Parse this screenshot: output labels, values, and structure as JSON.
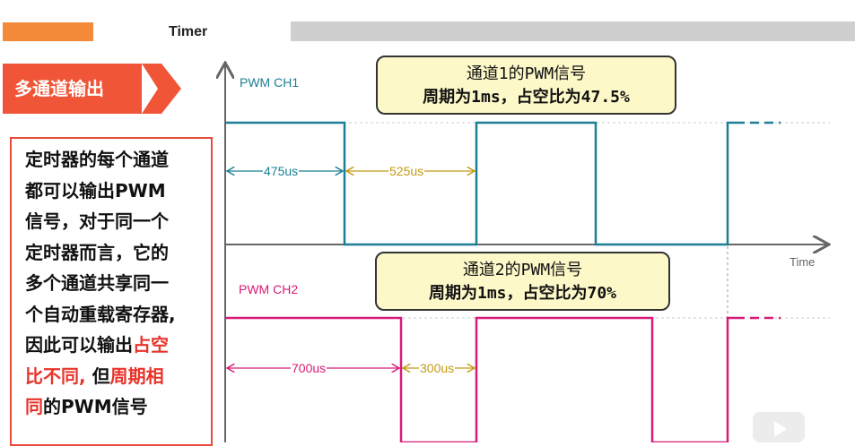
{
  "header": {
    "title": "Timer",
    "accent_color": "#f28a3a",
    "bar_color": "#cfcfcf"
  },
  "section_badge": {
    "label": "多通道输出",
    "color": "#f05537"
  },
  "description": {
    "line1": "定时器的每个通道",
    "line2": "都可以输出PWM",
    "line3": "信号，对于同一个",
    "line4": "定时器而言，它的",
    "line5": "多个通道共享同一",
    "line6": "个自动重载寄存器,",
    "line7_a": "因此可以输出",
    "line7_b": "占空",
    "line8_a": "比不同,",
    "line8_b": " 但",
    "line8_c": "周期相",
    "line9_a": "同",
    "line9_b": "的PWM信号",
    "highlight_color": "#e8342a"
  },
  "diagram": {
    "time_axis_label": "Time",
    "ch1": {
      "label": "PWM CH1",
      "color": "#1b7f95",
      "high_duration": "475us",
      "low_duration": "525us",
      "callout_line1": "通道1的PWM信号",
      "callout_line2": "周期为1ms，占空比为47.5%"
    },
    "ch2": {
      "label": "PWM CH2",
      "color": "#d81b78",
      "high_duration": "700us",
      "low_duration": "300us",
      "callout_line1": "通道2的PWM信号",
      "callout_line2": "周期为1ms，占空比为70%"
    },
    "dimension_color": "#c49a12"
  }
}
